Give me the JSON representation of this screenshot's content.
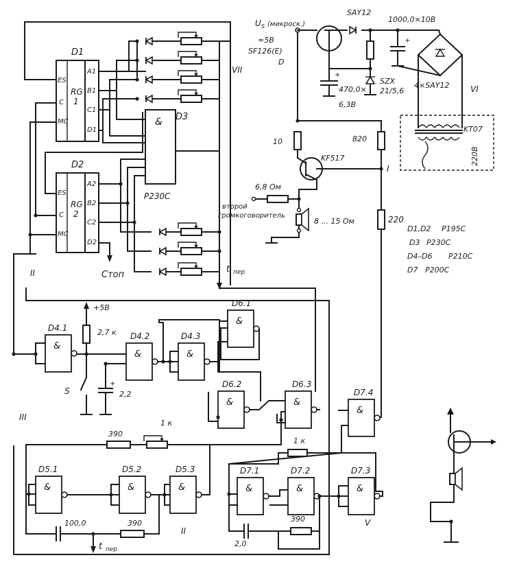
{
  "chips": {
    "d1": {
      "name": "D1",
      "func": "RG",
      "num": "1",
      "pin_es": "ES",
      "pin_c": "C",
      "pin_mc": "MC",
      "pin_a1": "A1",
      "pin_b1": "B1",
      "pin_c1": "C1",
      "pin_d1": "D1"
    },
    "d2": {
      "name": "D2",
      "func": "RG",
      "num": "2",
      "pin_es": "ES",
      "pin_c": "C",
      "pin_mc": "MC",
      "pin_a2": "A2",
      "pin_b2": "B2",
      "pin_c2": "C2",
      "pin_d2": "D2"
    },
    "d3": {
      "name": "D3",
      "sym": "&",
      "type": "P230C"
    }
  },
  "gates": {
    "d41": "D4.1",
    "d42": "D4.2",
    "d43": "D4.3",
    "d51": "D5.1",
    "d52": "D5.2",
    "d53": "D5.3",
    "d61": "D6.1",
    "d62": "D6.2",
    "d63": "D6.3",
    "d71": "D7.1",
    "d72": "D7.2",
    "d73": "D7.3",
    "d74": "D7.4",
    "and_symbol": "&"
  },
  "labels": {
    "us": "U",
    "us_sub": "S",
    "us_note": "(микроск.)",
    "v5": "≈5В",
    "transistor1": "SF126(E)",
    "transistor1_pin": "D",
    "diode_top": "SAY12",
    "cap_top": "1000,0×10В",
    "zener": "SZX",
    "zener_val": "21/5,6",
    "cap_470": "470,0×",
    "cap_470_v": "6,3В",
    "bridge": "4×SAY12",
    "trafo": "KT07",
    "mains": "220В",
    "r10": "10",
    "r820": "820",
    "q2": "KF517",
    "r68": "6,8 Ом",
    "second_spk_1": "второй",
    "second_spk_2": "громкоговоритель",
    "spk_range": "8 ... 15 Ом",
    "r220": "220",
    "plus5": "+5В",
    "r27k": "2,7 к",
    "cap22": "2,2",
    "switch_s": "S",
    "r390a": "390",
    "r1k_pot": "1 к",
    "cap100": "100,0",
    "r390b": "390",
    "r1k": "1 к",
    "cap20": "2,0",
    "r390c": "390",
    "stop": "Стоп",
    "tper_1": "t",
    "tper_1_sub": "пер",
    "tper_2": "t",
    "tper_2_sub": "пер",
    "roman_vii": "VII",
    "roman_vi": "VI",
    "roman_i": "I",
    "roman_ii_a": "II",
    "roman_iii": "III",
    "roman_ii_b": "II",
    "roman_v": "V"
  },
  "parts_list": [
    {
      "id": "D1,D2",
      "type": "P195C"
    },
    {
      "id": "D3",
      "type": "P230C"
    },
    {
      "id": "D4–D6",
      "type": "P210C"
    },
    {
      "id": "D7",
      "type": "P200C"
    }
  ]
}
